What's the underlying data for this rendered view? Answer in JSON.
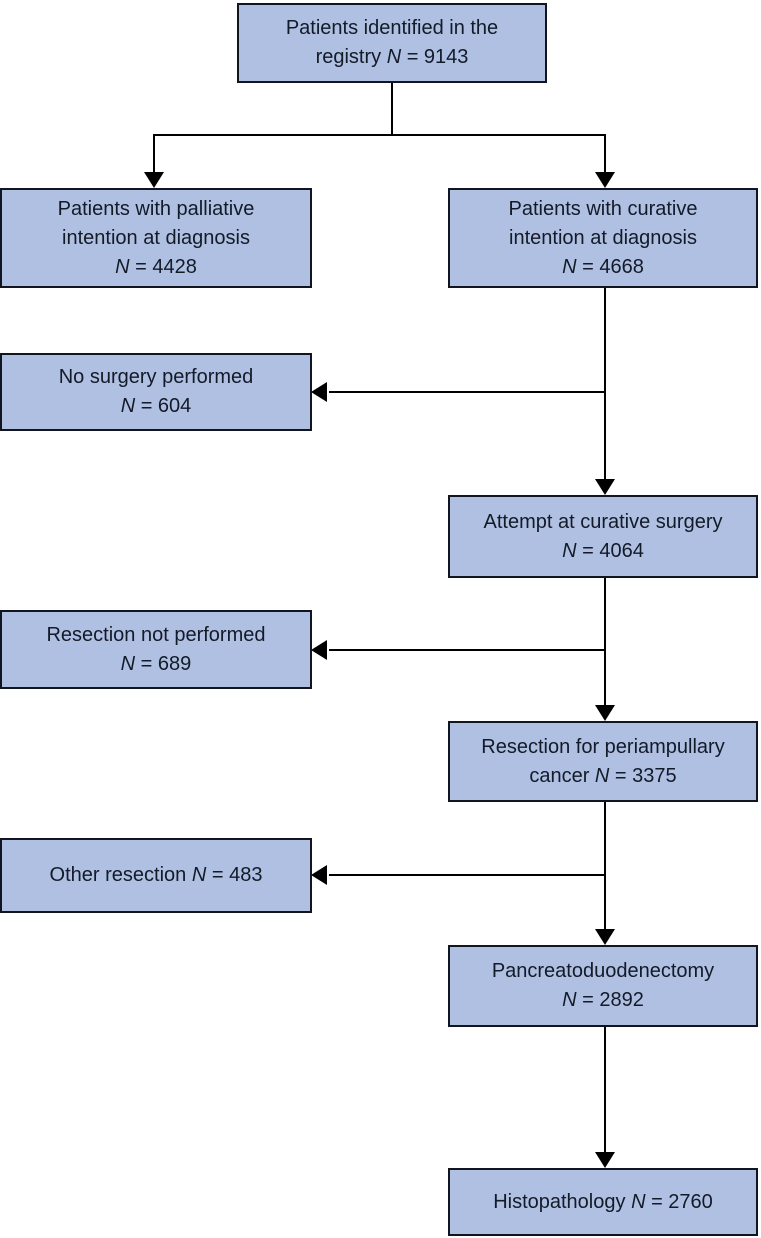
{
  "figure": {
    "type": "patient-flow-diagram",
    "description": "Flowchart of patients identified in the registry through histopathology"
  },
  "theme": {
    "colors": {
      "box-fill": "#b0c0e2",
      "box-border": "#10151f",
      "text": "#131a28",
      "line": "#000000",
      "bg": "#ffffff"
    }
  },
  "nodes": {
    "registry": {
      "pre": "Patients identified in the\nregistry ",
      "n": "N",
      "rest": " = 9143"
    },
    "palliative": {
      "pre": "Patients with palliative\nintention at diagnosis\n",
      "n": "N",
      "rest": " = 4428"
    },
    "curative": {
      "pre": "Patients with curative\nintention at diagnosis\n",
      "n": "N",
      "rest": " = 4668"
    },
    "no_surgery": {
      "pre": "No surgery performed\n",
      "n": "N",
      "rest": " = 604"
    },
    "attempt": {
      "pre": "Attempt at curative surgery\n",
      "n": "N",
      "rest": " = 4064"
    },
    "resection_not": {
      "pre": "Resection not performed\n",
      "n": "N",
      "rest": " = 689"
    },
    "resection_peri": {
      "pre": "Resection for periampullary\ncancer ",
      "n": "N",
      "rest": " = 3375"
    },
    "other_resection": {
      "pre": "Other resection ",
      "n": "N",
      "rest": " = 483"
    },
    "pancreatoduodenectomy": {
      "pre": "Pancreatoduodenectomy\n",
      "n": "N",
      "rest": " = 2892"
    },
    "histopathology": {
      "pre": "Histopathology ",
      "n": "N",
      "rest": " = 2760"
    }
  }
}
